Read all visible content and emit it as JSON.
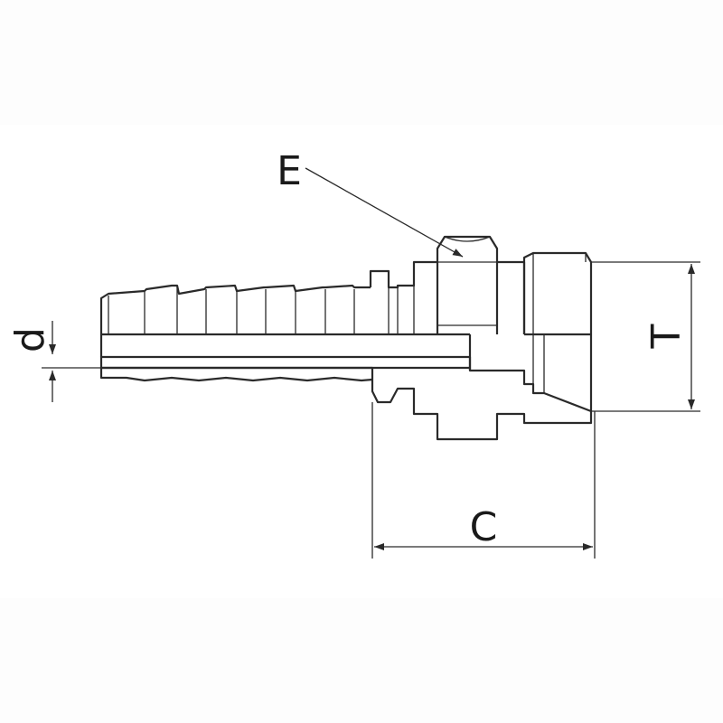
{
  "drawing": {
    "labels": {
      "E": "E",
      "d": "d",
      "T": "T",
      "C": "C"
    },
    "colors": {
      "line": "#2a2a2a",
      "background": "#ffffff",
      "band": "#fdfdfd"
    }
  }
}
